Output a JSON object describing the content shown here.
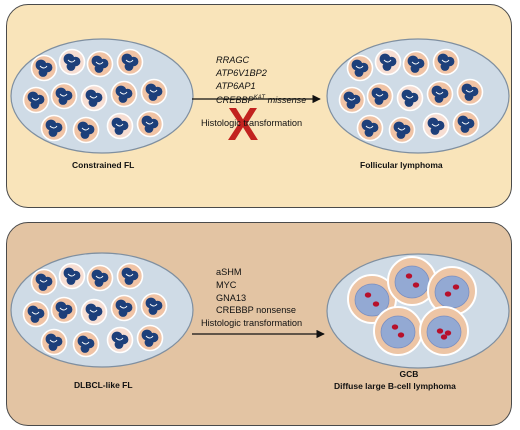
{
  "colors": {
    "panel_top": "#f9e4ba",
    "panel_bottom": "#e3c4a3",
    "ellipse_fill": "#cfdbe6",
    "ellipse_stroke": "#7f8fa0",
    "cell_pink": "#f0c3a5",
    "cell_light": "#f6ddd2",
    "nucleus_blue": "#1d3f7a",
    "gcb_cell": "#edc5a5",
    "gcb_nucleus": "#93a9d3",
    "gcb_dot": "#b7102c",
    "x_mark": "#c2221f"
  },
  "top": {
    "left_label": "Constrained FL",
    "right_label": "Follicular lymphoma",
    "genes": [
      "RRAGC",
      "ATP6V1BP2",
      "ATP6AP1"
    ],
    "crebbp_gene": "CREBBP",
    "crebbp_sup": "KAT",
    "crebbp_suffix": " missense",
    "transformation": "Histologic transformation",
    "blocked_mark": "X"
  },
  "bottom": {
    "left_label": "DLBCL-like FL",
    "right_label_1": "GCB",
    "right_label_2": "Diffuse large B-cell lymphoma",
    "gene_ashm": "aSHM",
    "genes": [
      "MYC",
      "GNA13",
      "CREBBP nonsense"
    ],
    "transformation": "Histologic transformation"
  }
}
